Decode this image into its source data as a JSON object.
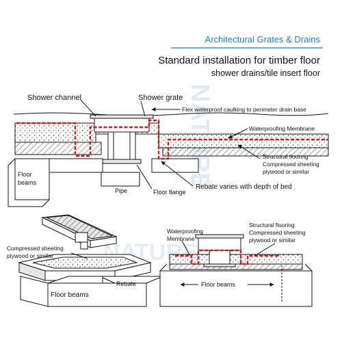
{
  "brand": "Architectural Grates & Drains",
  "title_line1": "Standard  installation for timber floor",
  "title_line2": "shower drains/tile insert floor",
  "watermark": "NATURE",
  "top_diagram": {
    "labels": {
      "shower_channel": "Shower channel",
      "shower_grate": "Shower grate",
      "flex_caulking": "Flex waterproof caulking to perimeter drain base",
      "waterproofing_membrane": "Waterproofing Membrane",
      "structural_flooring_1": "Structural flooring",
      "structural_flooring_2": "Compressed sheeting",
      "structural_flooring_3": "plywood or similar",
      "floor_beams_1": "Floor",
      "floor_beams_2": "beams",
      "pipe": "Pipe",
      "floor_flange": "Floor flange",
      "rebate_varies": "Rebate varies with depth of bed"
    }
  },
  "bottom_left": {
    "labels": {
      "compressed_1": "Compressed sheeting",
      "compressed_2": "plywood or similar",
      "rebate": "Rebate",
      "floor_beams": "Floor beams"
    }
  },
  "bottom_right": {
    "labels": {
      "membrane_1": "Waterproofing",
      "membrane_2": "Membrane",
      "structural_1": "Structural flooring",
      "structural_2": "Compressed sheeting",
      "structural_3": "plywood or similar",
      "floor_beams": "Floor beams"
    }
  },
  "colors": {
    "brand_blue": "#1f7cc4",
    "membrane_red": "#d11a1a"
  }
}
